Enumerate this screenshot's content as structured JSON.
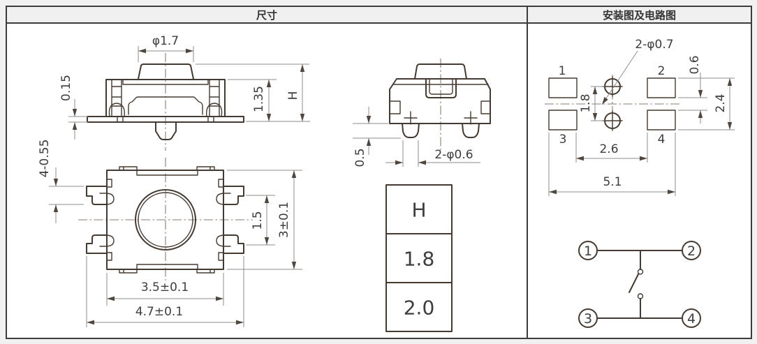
{
  "panels": {
    "dimensions": {
      "title": "尺寸"
    },
    "mounting": {
      "title": "安装图及电路图"
    }
  },
  "front_view": {
    "button_diameter": "φ1.7",
    "terminal_thickness": "0.15",
    "body_height": "1.35",
    "total_height": "H"
  },
  "bottom_view": {
    "terminal_size": "4-0.55",
    "terminal_pitch": "1.5",
    "body_depth": "3±0.1",
    "body_width": "3.5±0.1",
    "overall_width": "4.7±0.1"
  },
  "side_view": {
    "boss_height": "0.5",
    "boss_spec": "2-φ0.6"
  },
  "height_table": {
    "header": "H",
    "values": [
      "1.8",
      "2.0"
    ]
  },
  "pcb_layout": {
    "hole_spec": "2-φ0.7",
    "pad_labels": [
      "1",
      "2",
      "3",
      "4"
    ],
    "hole_pitch": "1.8",
    "row_gap": "0.6",
    "row_span": "2.4",
    "pad_inner_gap": "2.6",
    "pad_outer_span": "5.1"
  },
  "circuit": {
    "pins": [
      "1",
      "2",
      "3",
      "4"
    ]
  },
  "colors": {
    "outline": "#453a31",
    "dimension_line": "#8e8e8e",
    "dimension_text": "#3d3d3d",
    "frame_border": "#3c3c3c",
    "header_bg": "#f0f0f0",
    "page_bg": "#f1f1f1",
    "drawing_bg": "#ffffff"
  }
}
